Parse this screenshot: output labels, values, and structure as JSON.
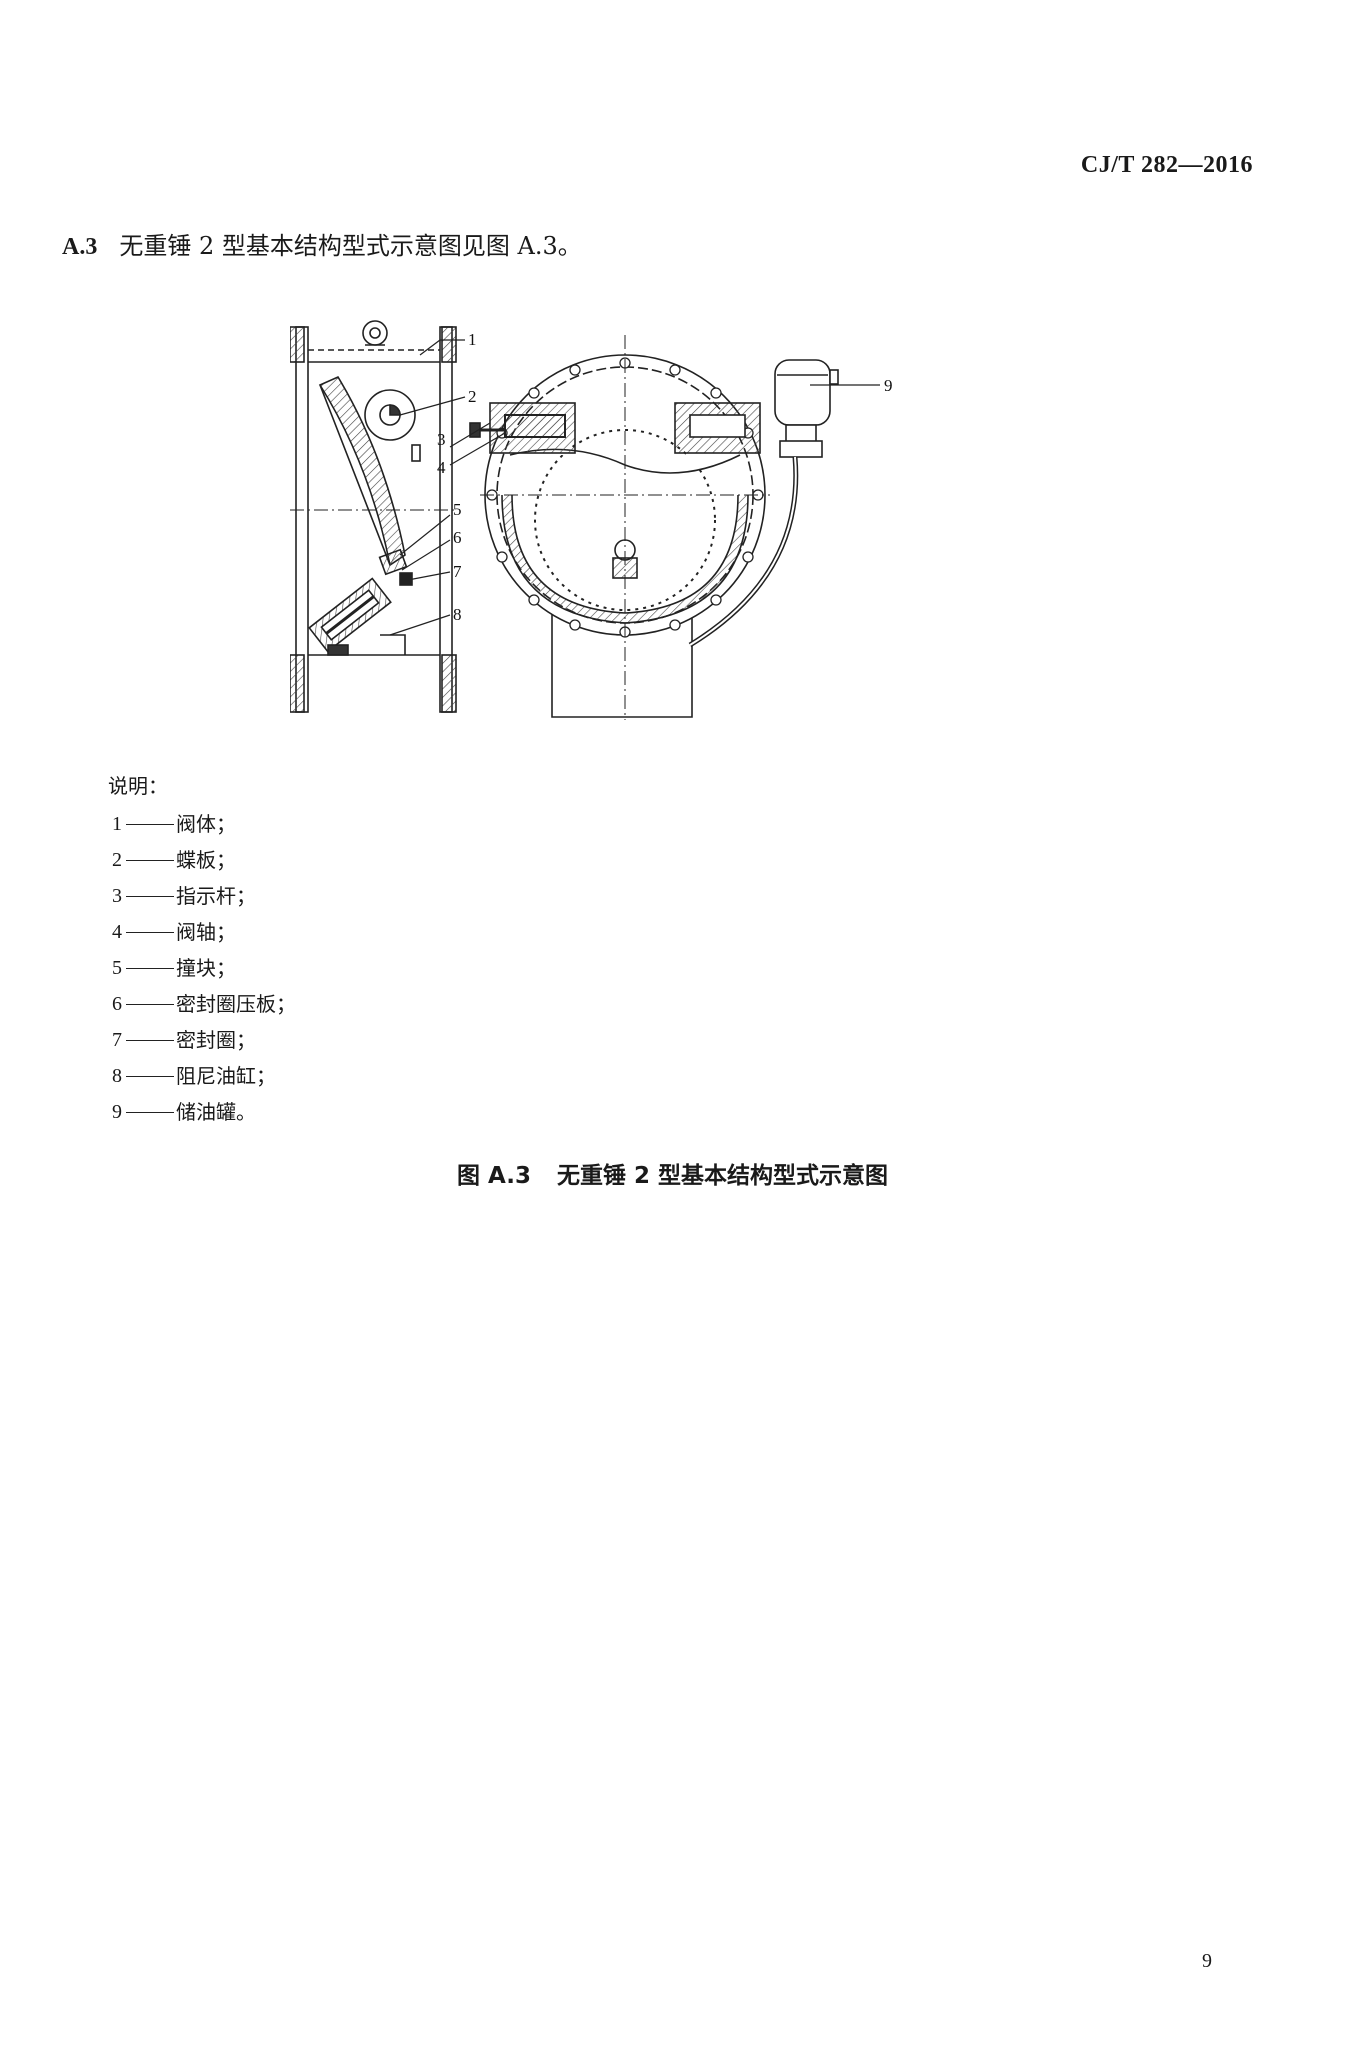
{
  "header": {
    "standard_code": "CJ/T 282—2016"
  },
  "intro": {
    "section": "A.3",
    "text": "无重锤 2 型基本结构型式示意图见图 A.3。"
  },
  "figure": {
    "callouts": [
      "1",
      "2",
      "3",
      "4",
      "5",
      "6",
      "7",
      "8",
      "9"
    ]
  },
  "legend": {
    "title": "说明：",
    "items": [
      {
        "num": "1",
        "label": "阀体；"
      },
      {
        "num": "2",
        "label": "蝶板；"
      },
      {
        "num": "3",
        "label": "指示杆；"
      },
      {
        "num": "4",
        "label": "阀轴；"
      },
      {
        "num": "5",
        "label": "撞块；"
      },
      {
        "num": "6",
        "label": "密封圈压板；"
      },
      {
        "num": "7",
        "label": "密封圈；"
      },
      {
        "num": "8",
        "label": "阻尼油缸；"
      },
      {
        "num": "9",
        "label": "储油罐。"
      }
    ]
  },
  "caption": {
    "number": "图 A.3",
    "title": "无重锤 2 型基本结构型式示意图"
  },
  "footer": {
    "page_number": "9"
  }
}
